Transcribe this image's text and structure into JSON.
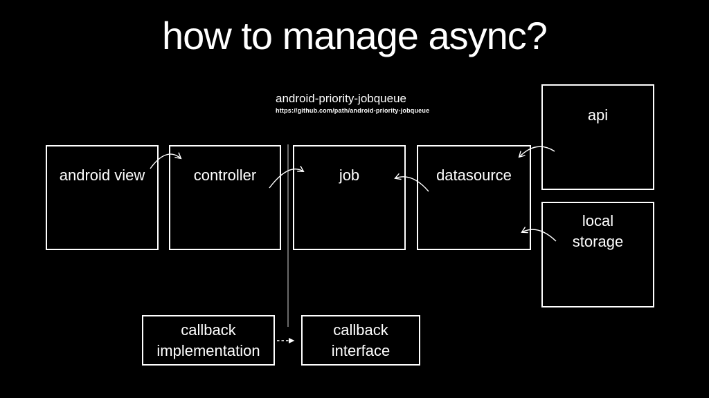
{
  "slide": {
    "title": "how to manage async?",
    "background_color": "#000000",
    "text_color": "#ffffff",
    "connector_color": "#ffffff",
    "divider_line_color": "#6a6a6a"
  },
  "annotation": {
    "name": "android-priority-jobqueue",
    "url": "https://github.com/path/android-priority-jobqueue"
  },
  "diagram": {
    "nodes": [
      {
        "id": "android-view",
        "label": "android view"
      },
      {
        "id": "controller",
        "label": "controller"
      },
      {
        "id": "job",
        "label": "job"
      },
      {
        "id": "datasource",
        "label": "datasource"
      },
      {
        "id": "api",
        "label": "api"
      },
      {
        "id": "local-storage",
        "label": "local\nstorage"
      },
      {
        "id": "callback-implementation",
        "label": "callback\nimplementation"
      },
      {
        "id": "callback-interface",
        "label": "callback\ninterface"
      }
    ],
    "edges": [
      {
        "from": "android-view",
        "to": "controller",
        "type": "curved-arrow"
      },
      {
        "from": "controller",
        "to": "job",
        "type": "curved-arrow"
      },
      {
        "from": "datasource",
        "to": "job",
        "type": "curved-arrow"
      },
      {
        "from": "api",
        "to": "datasource",
        "type": "curved-arrow"
      },
      {
        "from": "local-storage",
        "to": "datasource",
        "type": "curved-arrow"
      },
      {
        "from": "callback-implementation",
        "to": "callback-interface",
        "type": "dashed-arrow"
      },
      {
        "from": "controller",
        "to": "callback-interface",
        "type": "vertical-line"
      }
    ]
  }
}
